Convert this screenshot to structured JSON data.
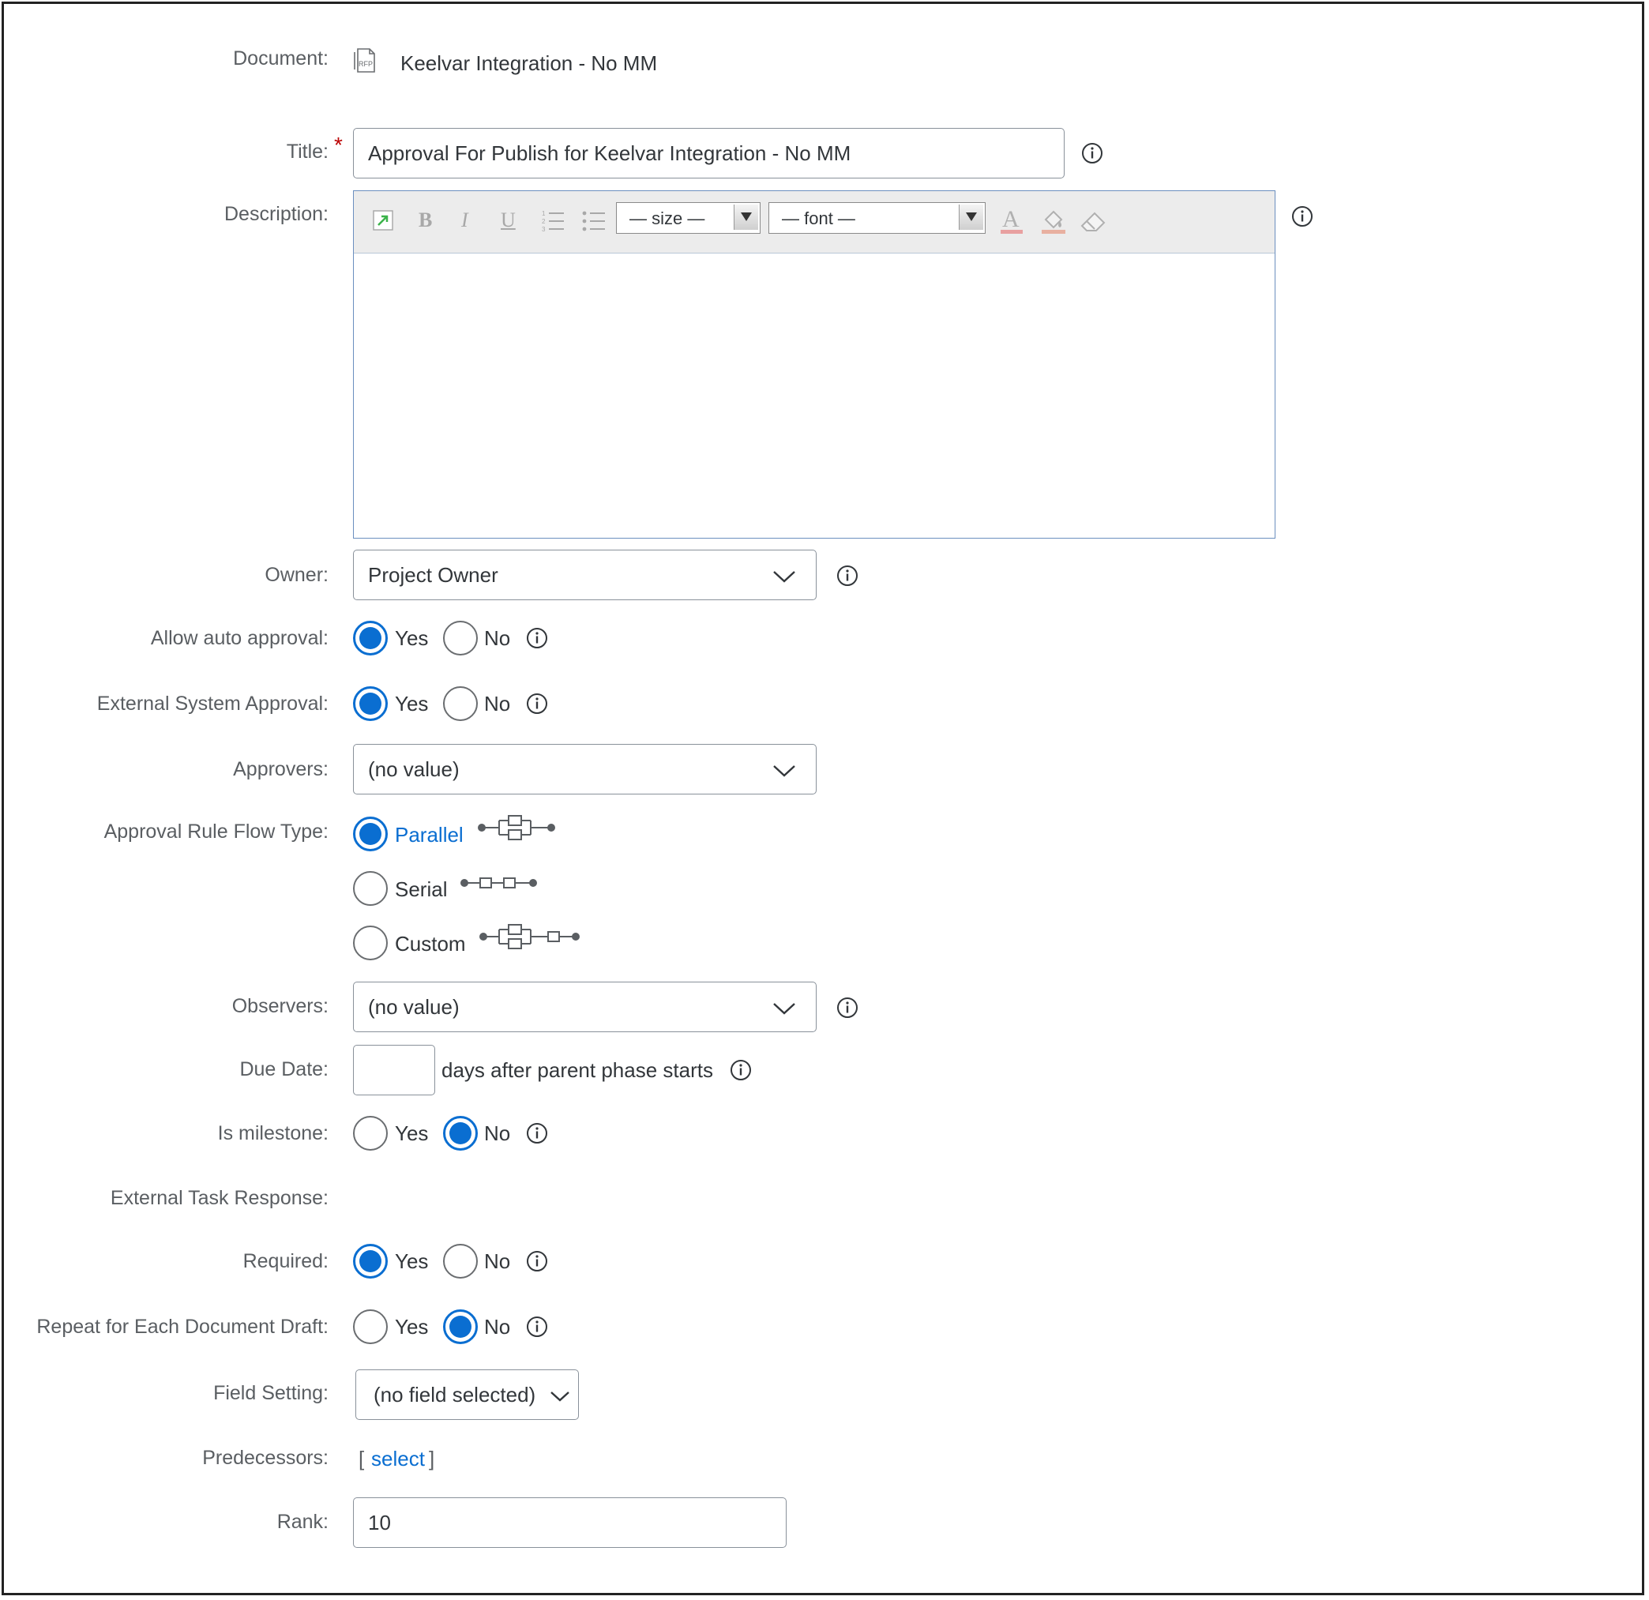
{
  "document": {
    "label": "Document:",
    "icon": "rfp-document-icon",
    "icon_text": "RFP",
    "name": "Keelvar Integration - No MM"
  },
  "title": {
    "label": "Title:",
    "required_mark": "*",
    "value": "Approval For Publish for Keelvar Integration - No MM"
  },
  "description": {
    "label": "Description:",
    "toolbar": {
      "bold": "B",
      "italic": "I",
      "underline": "U",
      "size_select": "— size —",
      "font_select": "— font —"
    },
    "value": ""
  },
  "owner": {
    "label": "Owner:",
    "value": "Project Owner"
  },
  "auto_approval": {
    "label": "Allow auto approval:",
    "yes": "Yes",
    "no": "No",
    "selected": "Yes"
  },
  "external_system_approval": {
    "label": "External System Approval:",
    "yes": "Yes",
    "no": "No",
    "selected": "Yes"
  },
  "approvers": {
    "label": "Approvers:",
    "value": "(no value)"
  },
  "flow_type": {
    "label": "Approval Rule Flow Type:",
    "options": [
      "Parallel",
      "Serial",
      "Custom"
    ],
    "selected": "Parallel"
  },
  "observers": {
    "label": "Observers:",
    "value": "(no value)"
  },
  "due_date": {
    "label": "Due Date:",
    "value": "",
    "suffix": "days after parent phase starts"
  },
  "milestone": {
    "label": "Is milestone:",
    "yes": "Yes",
    "no": "No",
    "selected": "No"
  },
  "external_task_response": {
    "label": "External Task Response:"
  },
  "required": {
    "label": "Required:",
    "yes": "Yes",
    "no": "No",
    "selected": "Yes"
  },
  "repeat_each_draft": {
    "label": "Repeat for Each Document Draft:",
    "yes": "Yes",
    "no": "No",
    "selected": "No"
  },
  "field_setting": {
    "label": "Field Setting:",
    "value": "(no field selected)"
  },
  "predecessors": {
    "label": "Predecessors:",
    "bracket_open": "[",
    "link": "select",
    "bracket_close": "]"
  },
  "rank": {
    "label": "Rank:",
    "value": "10"
  },
  "colors": {
    "accent": "#0a6ed1",
    "required": "#bb0000",
    "border": "#89919a"
  }
}
